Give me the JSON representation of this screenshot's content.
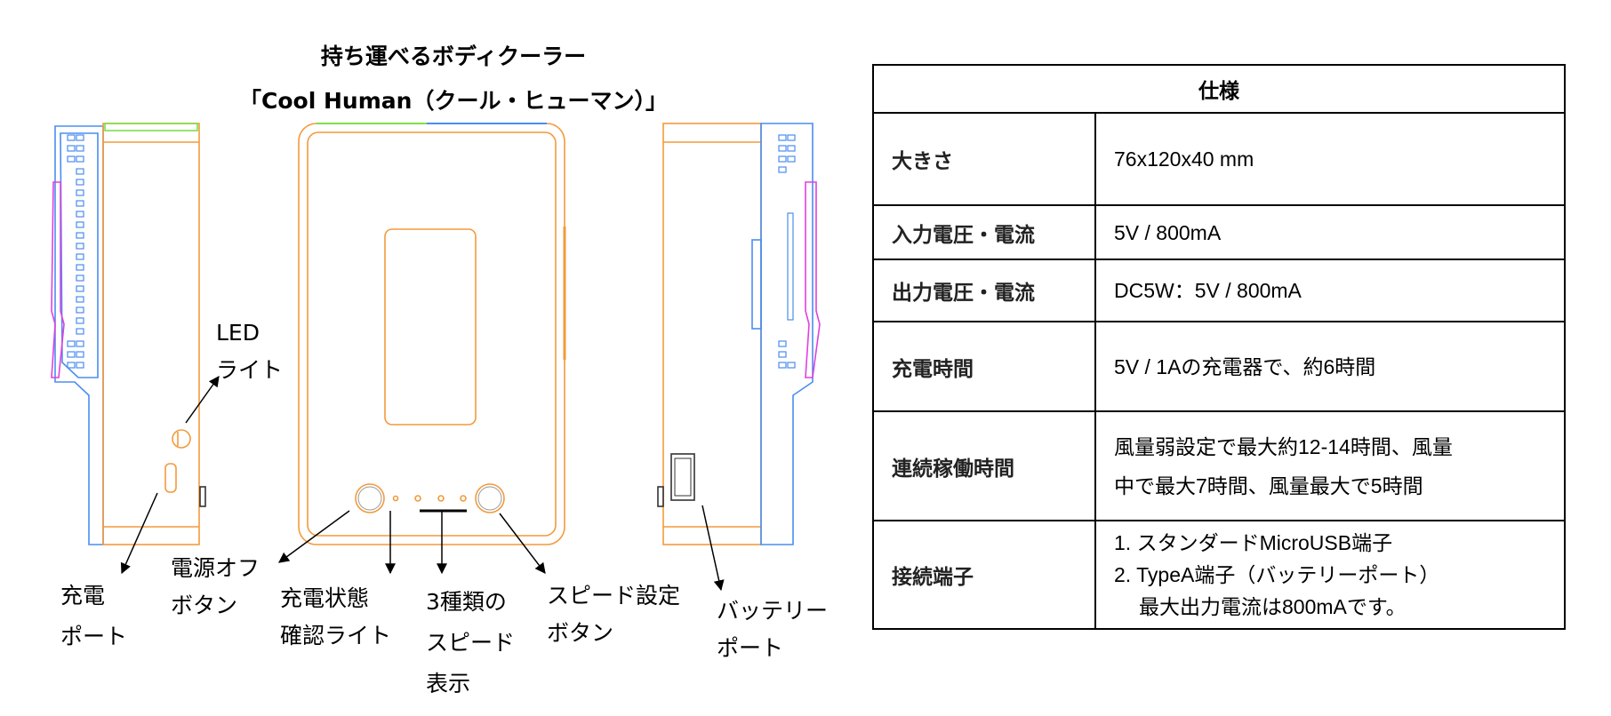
{
  "title": {
    "line1": "持ち運べるボディクーラー",
    "line2": "「Cool Human（クール・ヒューマン）」"
  },
  "labels": {
    "led": [
      "LED",
      "ライト"
    ],
    "charge_port": [
      "充電",
      "ポート"
    ],
    "power_off": [
      "電源オフ",
      "ボタン"
    ],
    "charge_status": [
      "充電状態",
      "確認ライト"
    ],
    "speed_display": [
      "3種類の",
      "スピード",
      "表示"
    ],
    "speed_button": [
      "スピード設定",
      "ボタン"
    ],
    "battery_port": [
      "バッテリー",
      "ポート"
    ]
  },
  "spec_table": {
    "header": "仕様",
    "rows": [
      {
        "key": "大きさ",
        "value": [
          "76x120x40 mm"
        ]
      },
      {
        "key": "入力電圧・電流",
        "value": [
          "5V / 800mA"
        ]
      },
      {
        "key": "出力電圧・電流",
        "value": [
          "DC5W：5V / 800mA"
        ]
      },
      {
        "key": "充電時間",
        "value": [
          "5V / 1Aの充電器で、約6時間"
        ]
      },
      {
        "key": "連続稼働時間",
        "value": [
          "風量弱設定で最大約12-14時間、風量",
          "中で最大7時間、風量最大で5時間"
        ]
      },
      {
        "key": "接続端子",
        "value": [
          "1. スタンダードMicroUSB端子",
          "2. TypeA端子（バッテリーポート）",
          "最大出力電流は800mAです。"
        ]
      }
    ]
  },
  "colors": {
    "orange": "#f39a3c",
    "blue": "#4a8df0",
    "pink": "#e040e0",
    "green": "#7be04a"
  }
}
